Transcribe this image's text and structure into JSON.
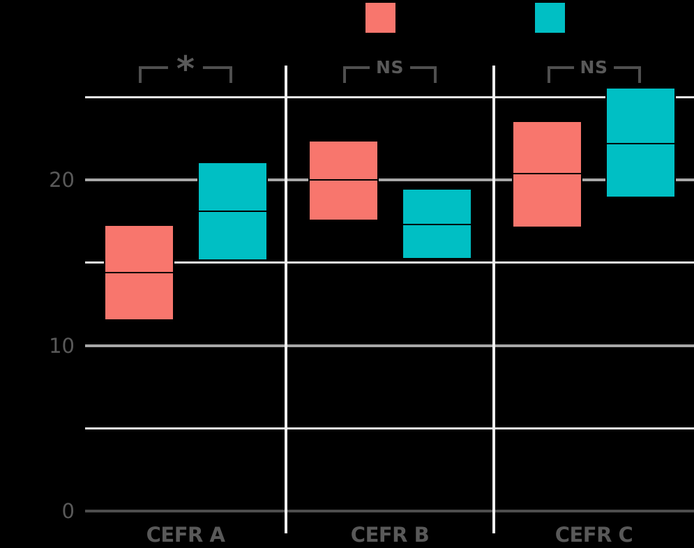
{
  "colors": {
    "background": "#000000",
    "coral": "#F8766D",
    "teal": "#00BFC4",
    "grid_major": "#A8A8A8",
    "grid_minor": "#EDEDED",
    "zero_line": "#4D4D4D",
    "separator": "#F0F0F0",
    "text": "#595959",
    "bracket": "#4F4F4F",
    "box_border": "#000000"
  },
  "legend": {
    "items": [
      {
        "name": "coral-series",
        "color": "#F8766D",
        "label": ""
      },
      {
        "name": "teal-series",
        "color": "#00BFC4",
        "label": ""
      }
    ]
  },
  "chart_data": {
    "type": "box",
    "title": "",
    "xlabel": "",
    "ylabel": "",
    "categories": [
      "CEFR A",
      "CEFR B",
      "CEFR C"
    ],
    "series": [
      {
        "name": "coral",
        "color": "#F8766D",
        "boxes": [
          {
            "category": "CEFR A",
            "q1": 11.5,
            "median": 14.4,
            "q3": 17.3
          },
          {
            "category": "CEFR B",
            "q1": 17.5,
            "median": 20.0,
            "q3": 22.4
          },
          {
            "category": "CEFR C",
            "q1": 17.1,
            "median": 20.4,
            "q3": 23.6
          }
        ]
      },
      {
        "name": "teal",
        "color": "#00BFC4",
        "boxes": [
          {
            "category": "CEFR A",
            "q1": 15.1,
            "median": 18.1,
            "q3": 21.1
          },
          {
            "category": "CEFR B",
            "q1": 15.2,
            "median": 17.3,
            "q3": 19.5
          },
          {
            "category": "CEFR C",
            "q1": 18.9,
            "median": 22.2,
            "q3": 25.6
          }
        ]
      }
    ],
    "significance": [
      "*",
      "NS",
      "NS"
    ],
    "y_ticks": [
      0,
      10,
      20
    ],
    "y_minor_gridlines": [
      5,
      15,
      25
    ],
    "ylim": [
      0,
      27
    ],
    "grid": true,
    "legend_position": "top",
    "notes": "whisker-less box plot; * = significant, NS = not significant"
  }
}
